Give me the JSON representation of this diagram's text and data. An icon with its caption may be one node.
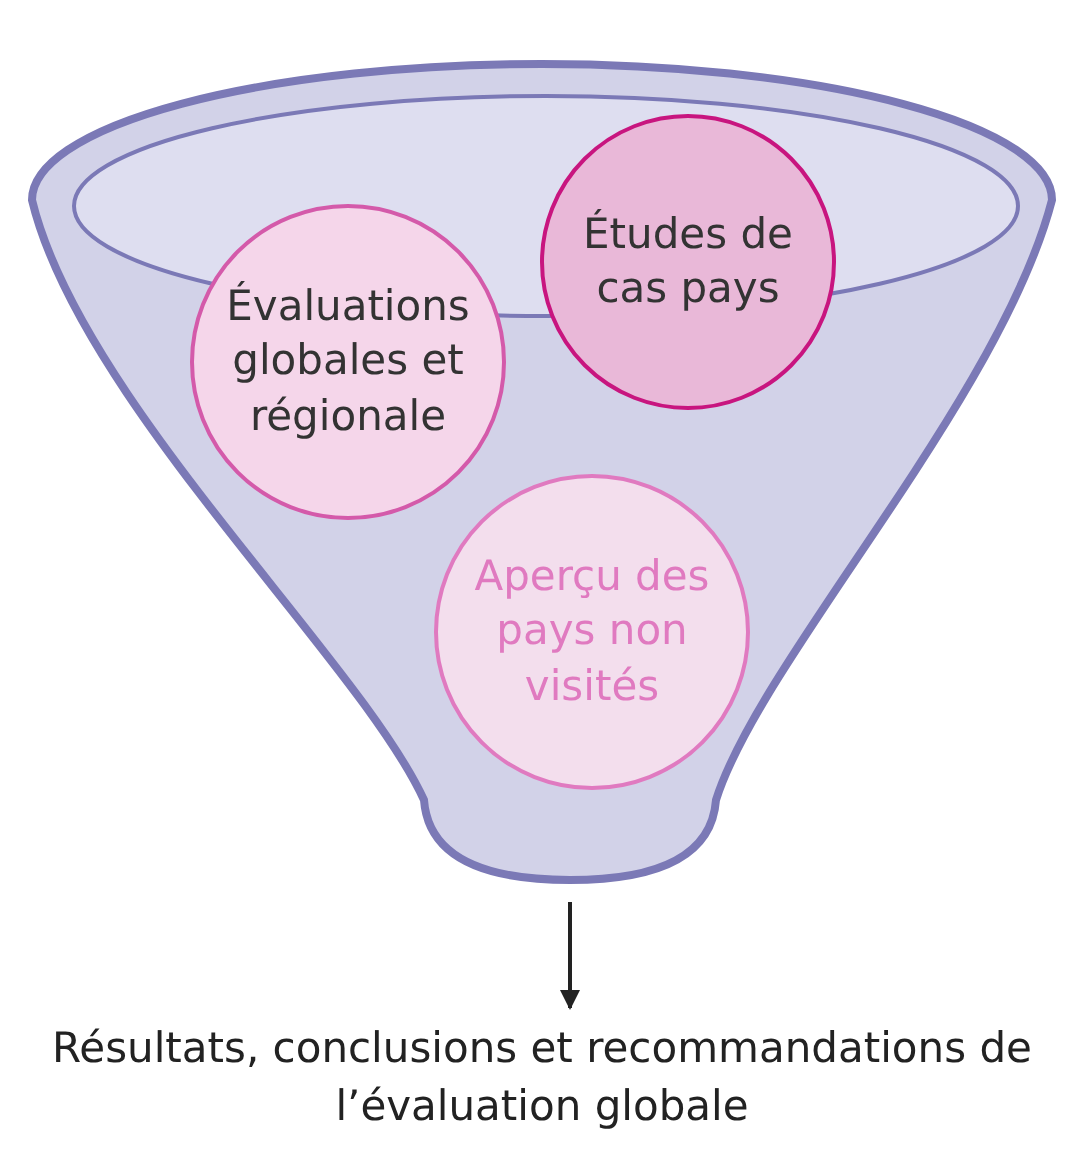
{
  "diagram": {
    "nodes": [
      {
        "text": [],
        "shape": "funnel"
      },
      {
        "text": [
          "Évaluations globales et régionale"
        ],
        "in": 0
      },
      {
        "text": [
          "Études de cas pays"
        ],
        "in": 0
      },
      {
        "text": [
          "Aperçu des pays non visités"
        ],
        "in": 0
      },
      {
        "text": [
          "Résultats, conclusions et recommandations de l’évaluation globale"
        ]
      }
    ],
    "edges": [
      {
        "from": 0,
        "to": 4,
        "arrow": "to"
      }
    ]
  }
}
